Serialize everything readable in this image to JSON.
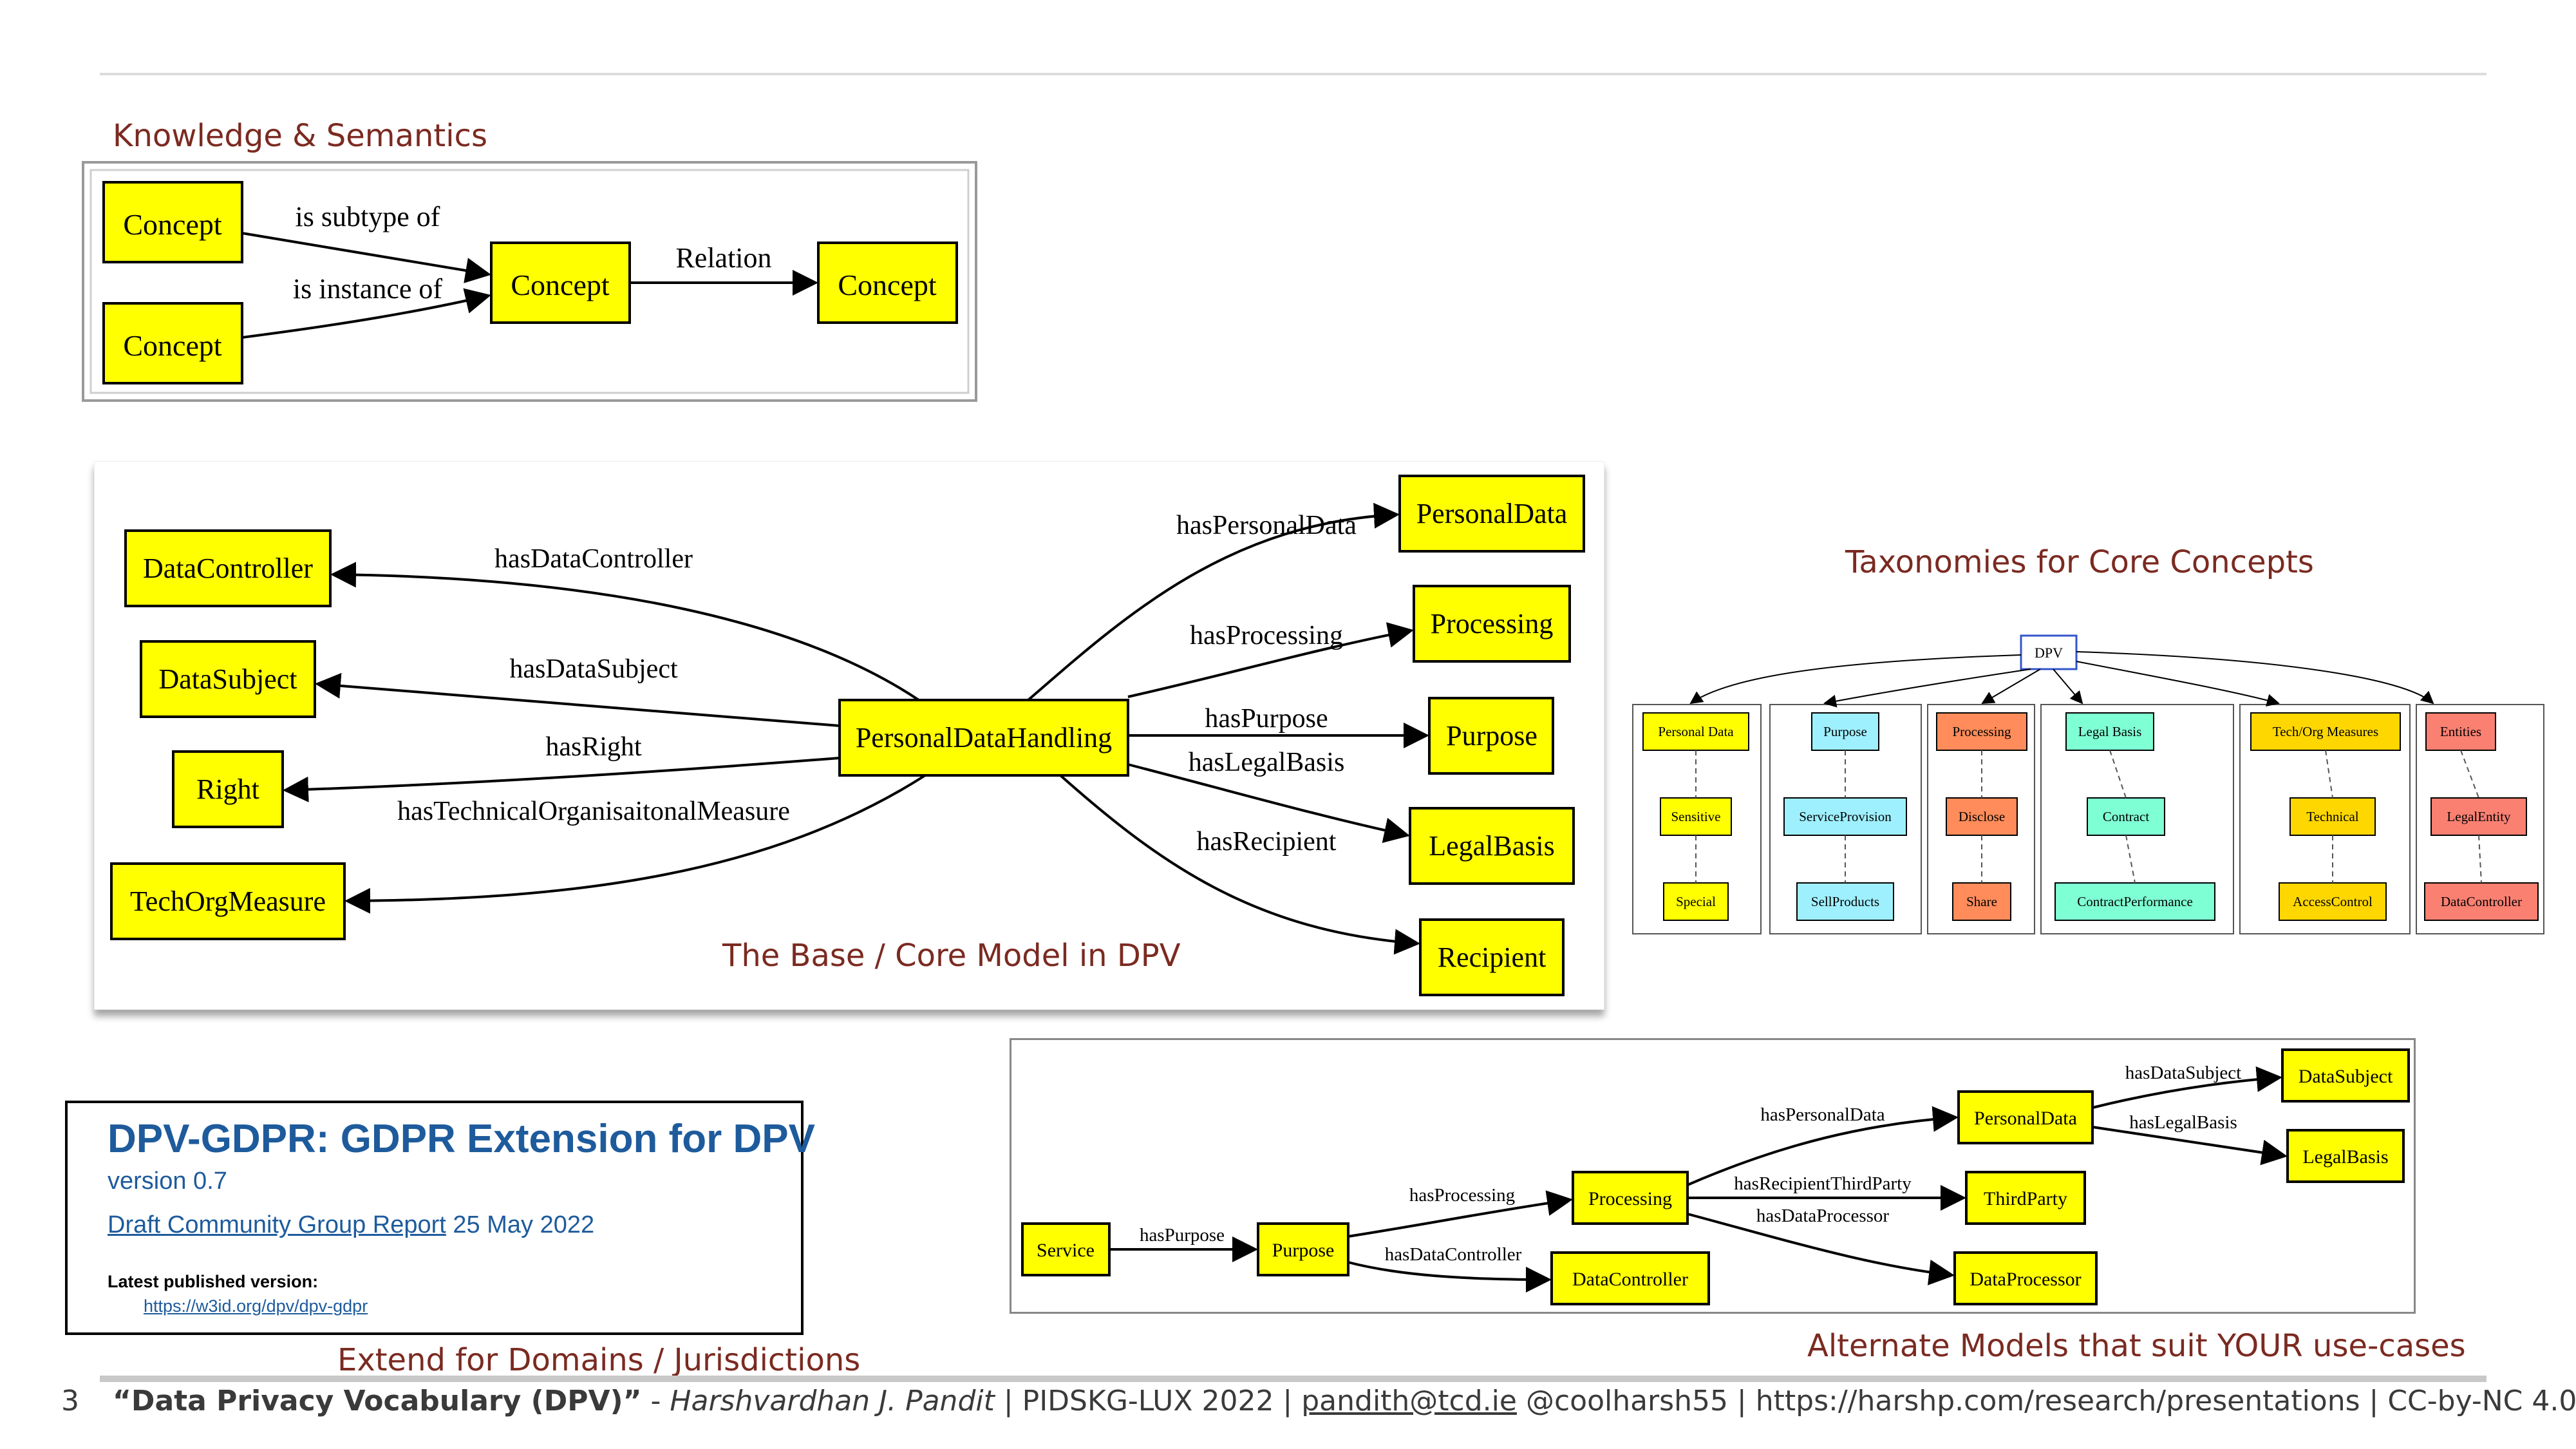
{
  "slide": {
    "number": "3",
    "footer_title": "“Data Privacy Vocabulary (DPV)”",
    "footer_sep": " - ",
    "footer_author": "Harshvardhan J. Pandit",
    "footer_event": " | PIDSKG-LUX 2022 | ",
    "footer_email": "pandith@tcd.ie",
    "footer_rest": " @coolharsh55 | https://harshp.com/research/presentations | CC-by-NC 4.0"
  },
  "knowledge": {
    "title": "Knowledge & Semantics",
    "concept": "Concept",
    "subtype": "is subtype of",
    "instance": "is instance of",
    "relation": "Relation"
  },
  "core": {
    "caption": "The Base / Core Model in DPV",
    "center": "PersonalDataHandling",
    "left_nodes": [
      "DataController",
      "DataSubject",
      "Right",
      "TechOrgMeasure"
    ],
    "left_edges": [
      "hasDataController",
      "hasDataSubject",
      "hasRight",
      "hasTechnicalOrganisaitonalMeasure"
    ],
    "right_nodes": [
      "PersonalData",
      "Processing",
      "Purpose",
      "LegalBasis",
      "Recipient"
    ],
    "right_edges": [
      "hasPersonalData",
      "hasProcessing",
      "hasPurpose",
      "hasLegalBasis",
      "hasRecipient"
    ]
  },
  "taxonomy": {
    "title": "Taxonomies for Core Concepts",
    "root": "DPV",
    "columns": [
      {
        "head": "Personal Data",
        "mid": "Sensitive",
        "leaf": "Special",
        "color": "#ffff00"
      },
      {
        "head": "Purpose",
        "mid": "ServiceProvision",
        "leaf": "SellProducts",
        "color": "#9ff0ff"
      },
      {
        "head": "Processing",
        "mid": "Disclose",
        "leaf": "Share",
        "color": "#ff8c5a"
      },
      {
        "head": "Legal Basis",
        "mid": "Contract",
        "leaf": "ContractPerformance",
        "color": "#7fffd4"
      },
      {
        "head": "Tech/Org Measures",
        "mid": "Technical",
        "leaf": "AccessControl",
        "color": "#ffd700"
      },
      {
        "head": "Entities",
        "mid": "LegalEntity",
        "leaf": "DataController",
        "color": "#fa8072"
      }
    ]
  },
  "gdpr": {
    "heading": "DPV-GDPR: GDPR Extension for DPV",
    "version": "version 0.7",
    "draft_link": "Draft Community Group Report",
    "draft_date": " 25 May 2022",
    "latest_label": "Latest published version:",
    "latest_url": "https://w3id.org/dpv/dpv-gdpr",
    "caption": "Extend for Domains / Jurisdictions"
  },
  "alternate": {
    "caption": "Alternate Models that suit YOUR use-cases",
    "nodes": {
      "service": "Service",
      "purpose": "Purpose",
      "processing": "Processing",
      "personaldata": "PersonalData",
      "datasubject": "DataSubject",
      "legalbasis": "LegalBasis",
      "thirdparty": "ThirdParty",
      "dataprocessor": "DataProcessor",
      "datacontroller": "DataController"
    },
    "edges": {
      "hasPurpose": "hasPurpose",
      "hasProcessing": "hasProcessing",
      "hasDataController": "hasDataController",
      "hasPersonalData": "hasPersonalData",
      "hasDataSubject": "hasDataSubject",
      "hasLegalBasis": "hasLegalBasis",
      "hasRecipientThirdParty": "hasRecipientThirdParty",
      "hasDataProcessor": "hasDataProcessor"
    }
  }
}
